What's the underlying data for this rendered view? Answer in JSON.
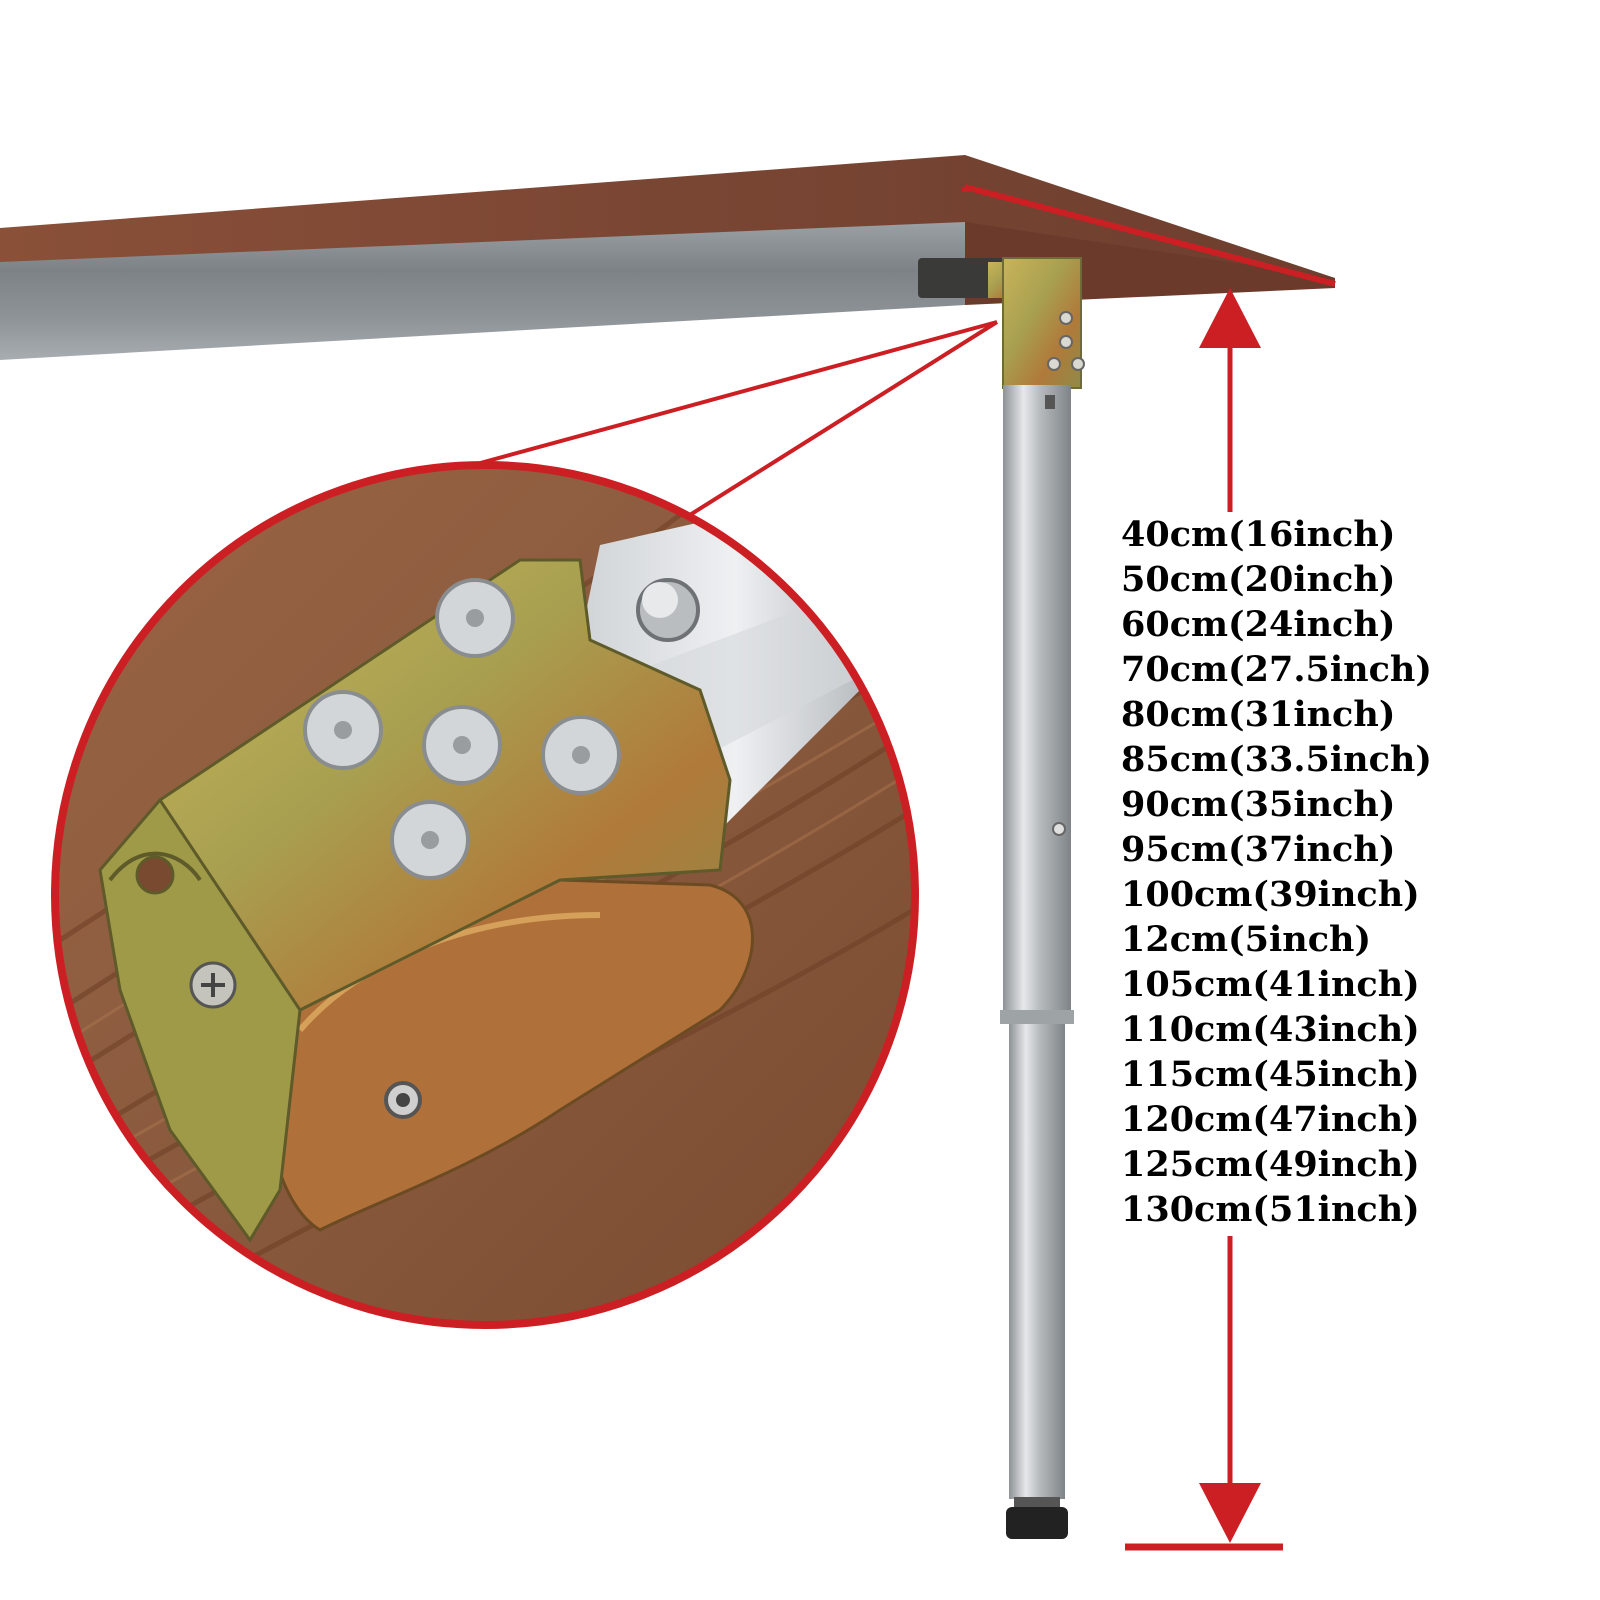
{
  "colors": {
    "accent_red": "#cc1f24",
    "wood_top": "#7a4634",
    "wood_detail": "#8a5a3e",
    "metal": "#b8bcc0",
    "bracket": "#b7a24a"
  },
  "icons": {
    "height_arrow": "double-headed-arrow-icon",
    "zoom_callout": "magnifier-circle-icon"
  },
  "size_options": [
    {
      "label": "40cm(16inch)"
    },
    {
      "label": "50cm(20inch)"
    },
    {
      "label": "60cm(24inch)"
    },
    {
      "label": "70cm(27.5inch)"
    },
    {
      "label": "80cm(31inch)"
    },
    {
      "label": "85cm(33.5inch)"
    },
    {
      "label": "90cm(35inch)"
    },
    {
      "label": "95cm(37inch)"
    },
    {
      "label": "100cm(39inch)"
    },
    {
      "label": "12cm(5inch)"
    },
    {
      "label": "105cm(41inch)"
    },
    {
      "label": "110cm(43inch)"
    },
    {
      "label": "115cm(45inch)"
    },
    {
      "label": "120cm(47inch)"
    },
    {
      "label": "125cm(49inch)"
    },
    {
      "label": "130cm(51inch)"
    }
  ]
}
